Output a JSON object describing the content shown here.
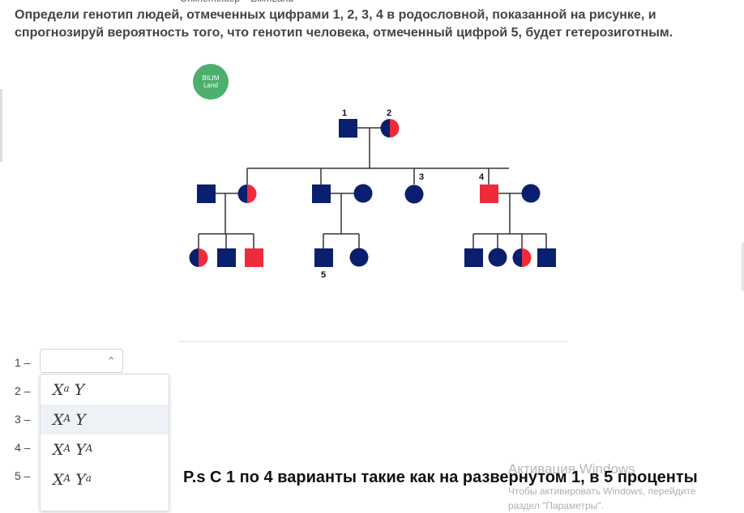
{
  "question_text": "Определи генотип людей, отмеченных цифрами 1, 2, 3, 4 в родословной, показанной на рисунке, и спрогнозируй вероятность того, что генотип человека, отмеченный цифрой 5, будет гетерозиготным.",
  "logo": {
    "line1": "BILIM",
    "line2": "Land"
  },
  "pedigree_labels": {
    "n1": "1",
    "n2": "2",
    "n3": "3",
    "n4": "4",
    "n5": "5"
  },
  "colors": {
    "affected": "#ee2b3a",
    "unaffected": "#0a1f6e",
    "line": "#333333"
  },
  "answers": {
    "labels": [
      "1 –",
      "2 –",
      "3 –",
      "4 –",
      "5 –"
    ],
    "select_current": ""
  },
  "dropdown_options": [
    {
      "base": "X",
      "sup1": "a",
      "base2": "Y",
      "sup2": ""
    },
    {
      "base": "X",
      "sup1": "A",
      "base2": "Y",
      "sup2": ""
    },
    {
      "base": "X",
      "sup1": "A",
      "base2": "Y",
      "sup2": "A"
    },
    {
      "base": "X",
      "sup1": "A",
      "base2": "Y",
      "sup2": "a"
    }
  ],
  "comment": "P.s С 1 по 4 варианты такие как на развернутом 1, в 5 проценты",
  "watermark": {
    "title": "Активация Windows",
    "line1": "Чтобы активировать Windows, перейдите",
    "line2": "раздел \"Параметры\"."
  }
}
